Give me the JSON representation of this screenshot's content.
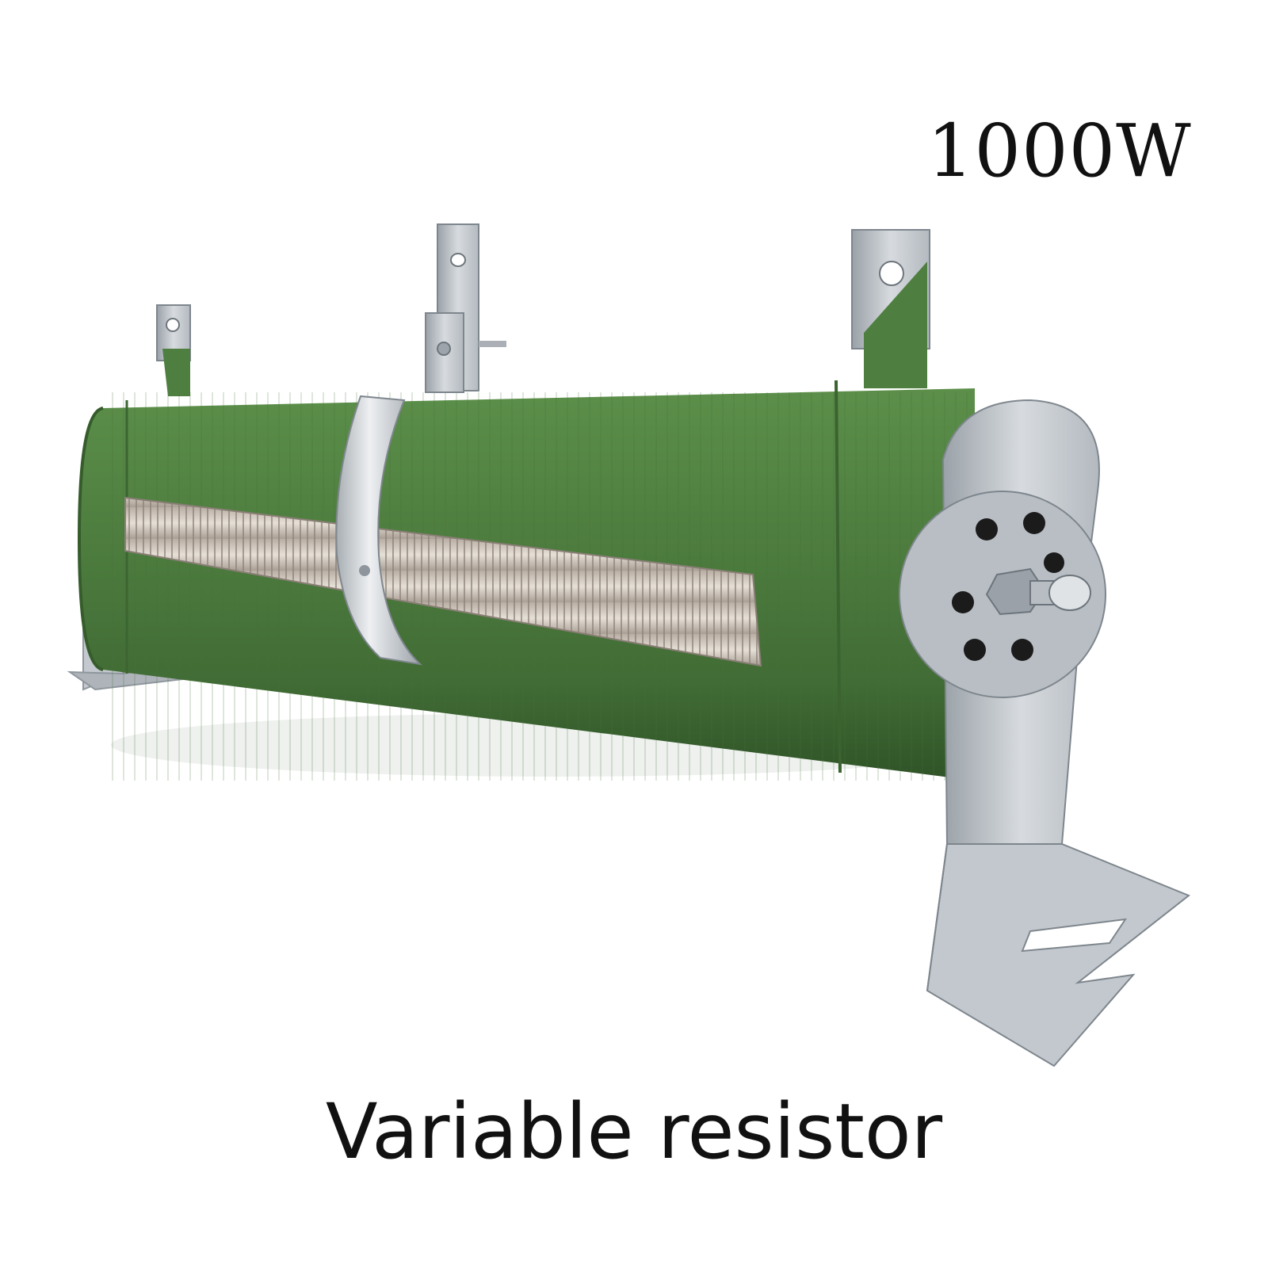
{
  "power_rating": "1000W",
  "product_name": "Variable resistor",
  "colors": {
    "tube_green": "#4f7f40",
    "tube_dark": "#3a6330",
    "wire_silver": "#d9d2c8",
    "metal": "#c9ced3",
    "metal_dark": "#8e959c",
    "background": "#ffffff"
  },
  "icons": {
    "product": "wirewound-resistor-photo"
  }
}
